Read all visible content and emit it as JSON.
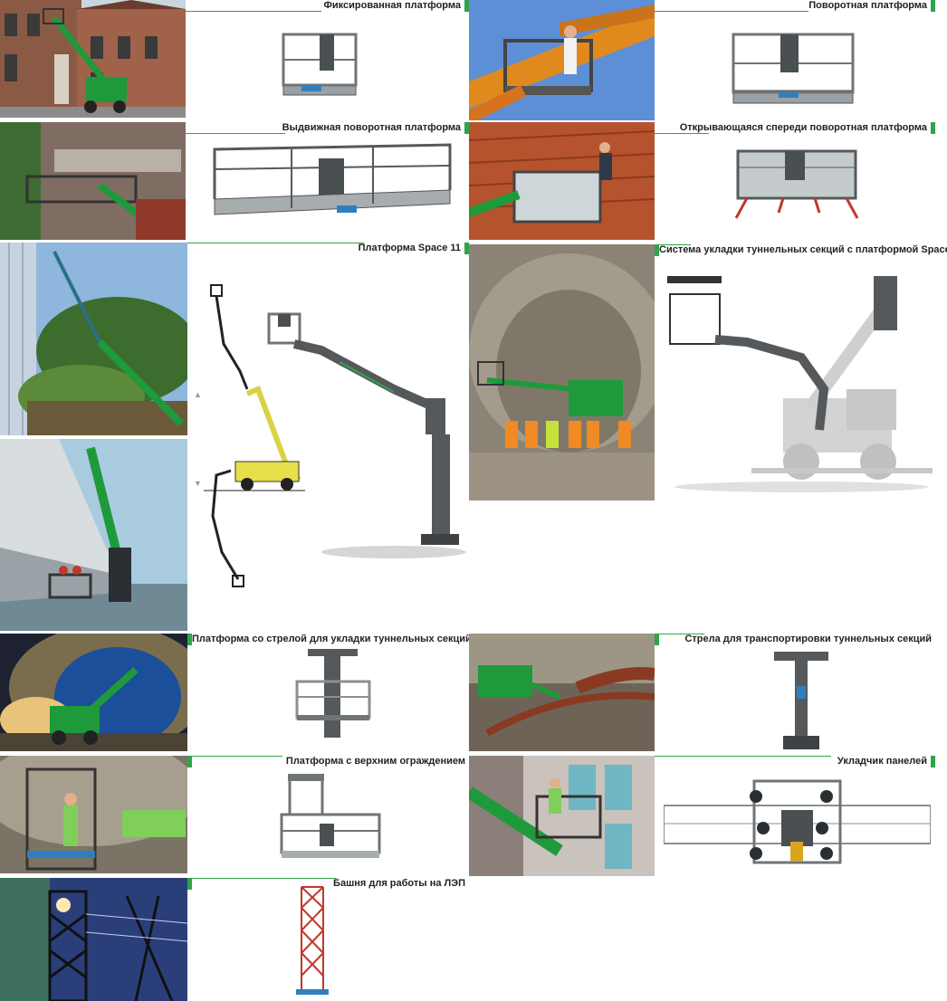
{
  "sections": [
    {
      "id": "fixed",
      "title": "Фиксированная платформа"
    },
    {
      "id": "rotary",
      "title": "Поворотная платформа"
    },
    {
      "id": "ext-rotary",
      "title": "Выдвижная поворотная платформа"
    },
    {
      "id": "front-open",
      "title": "Открывающаяся спереди поворотная платформа"
    },
    {
      "id": "space11",
      "title": "Платформа Space 11"
    },
    {
      "id": "tunnel-space",
      "title": "Система укладки туннельных секций с платформой Space"
    },
    {
      "id": "boom-tunnel",
      "title": "Платформа со стрелой для укладки туннельных секций"
    },
    {
      "id": "transport-boom",
      "title": "Стрела для транспортировки туннельных секций"
    },
    {
      "id": "top-guard",
      "title": "Платформа с верхним ограждением"
    },
    {
      "id": "panel-layer",
      "title": "Укладчик панелей"
    },
    {
      "id": "tower",
      "title": "Башня для работы на ЛЭП"
    }
  ],
  "nav": {
    "up": "▲",
    "down": "▼"
  },
  "colors": {
    "accent": "#2ea54a",
    "machine_green": "#1f9a3b",
    "platform_grey": "#8b8f92",
    "tower_red": "#c0392b"
  }
}
